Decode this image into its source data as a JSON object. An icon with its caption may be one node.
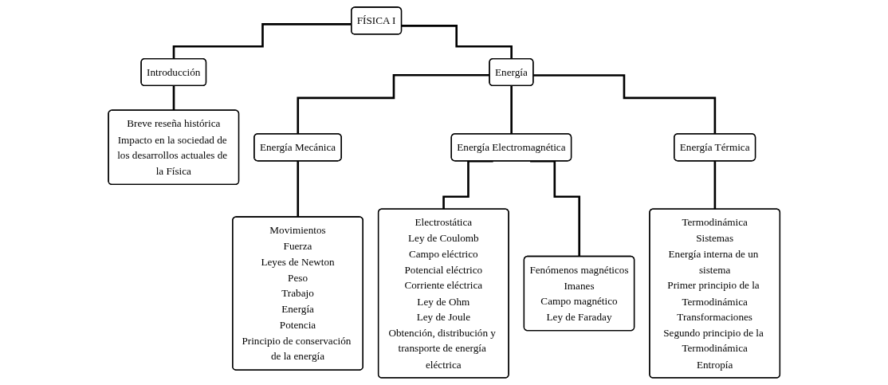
{
  "diagram": {
    "nodes": [
      {
        "text": [
          "FÍSICA I"
        ]
      },
      {
        "text": [
          "Introducción"
        ]
      },
      {
        "text": [
          "Energía"
        ]
      },
      {
        "text": [
          "Breve reseña histórica",
          "Impacto en la sociedad de los desarrollos actuales de la Física"
        ]
      },
      {
        "text": [
          "Energía Mecánica"
        ]
      },
      {
        "text": [
          "Energía Electromagnética"
        ]
      },
      {
        "text": [
          "Energía Térmica"
        ]
      },
      {
        "text": [
          "Movimientos",
          "Fuerza",
          "Leyes de Newton",
          "Peso",
          "Trabajo",
          "Energía",
          "Potencia",
          "Principio de conservación de la energía"
        ]
      },
      {
        "text": [
          "Electrostática",
          "Ley de Coulomb",
          "Campo eléctrico",
          "Potencial eléctrico",
          "Corriente eléctrica",
          "Ley de Ohm",
          "Ley de Joule",
          "Obtención, distribución y transporte de energía eléctrica"
        ]
      },
      {
        "text": [
          "Fenómenos magnéticos",
          "Imanes",
          "Campo magnético",
          "Ley de Faraday"
        ]
      },
      {
        "text": [
          "Termodinámica",
          "Sistemas",
          "Energía interna de un sistema",
          "Primer principio de la Termodinámica",
          "Transformaciones",
          "Segundo principio de la Termodinámica",
          "Entropía"
        ]
      }
    ],
    "edges": [
      {
        "from": 0,
        "to": 1,
        "arrow": "none"
      },
      {
        "from": 0,
        "to": 2,
        "arrow": "none"
      },
      {
        "from": 1,
        "to": 3,
        "arrow": "none"
      },
      {
        "from": 2,
        "to": 4,
        "arrow": "none"
      },
      {
        "from": 2,
        "to": 5,
        "arrow": "none"
      },
      {
        "from": 2,
        "to": 6,
        "arrow": "none"
      },
      {
        "from": 4,
        "to": 7,
        "arrow": "none"
      },
      {
        "from": 5,
        "to": 8,
        "arrow": "none"
      },
      {
        "from": 5,
        "to": 9,
        "arrow": "none"
      },
      {
        "from": 6,
        "to": 10,
        "arrow": "none"
      }
    ]
  }
}
